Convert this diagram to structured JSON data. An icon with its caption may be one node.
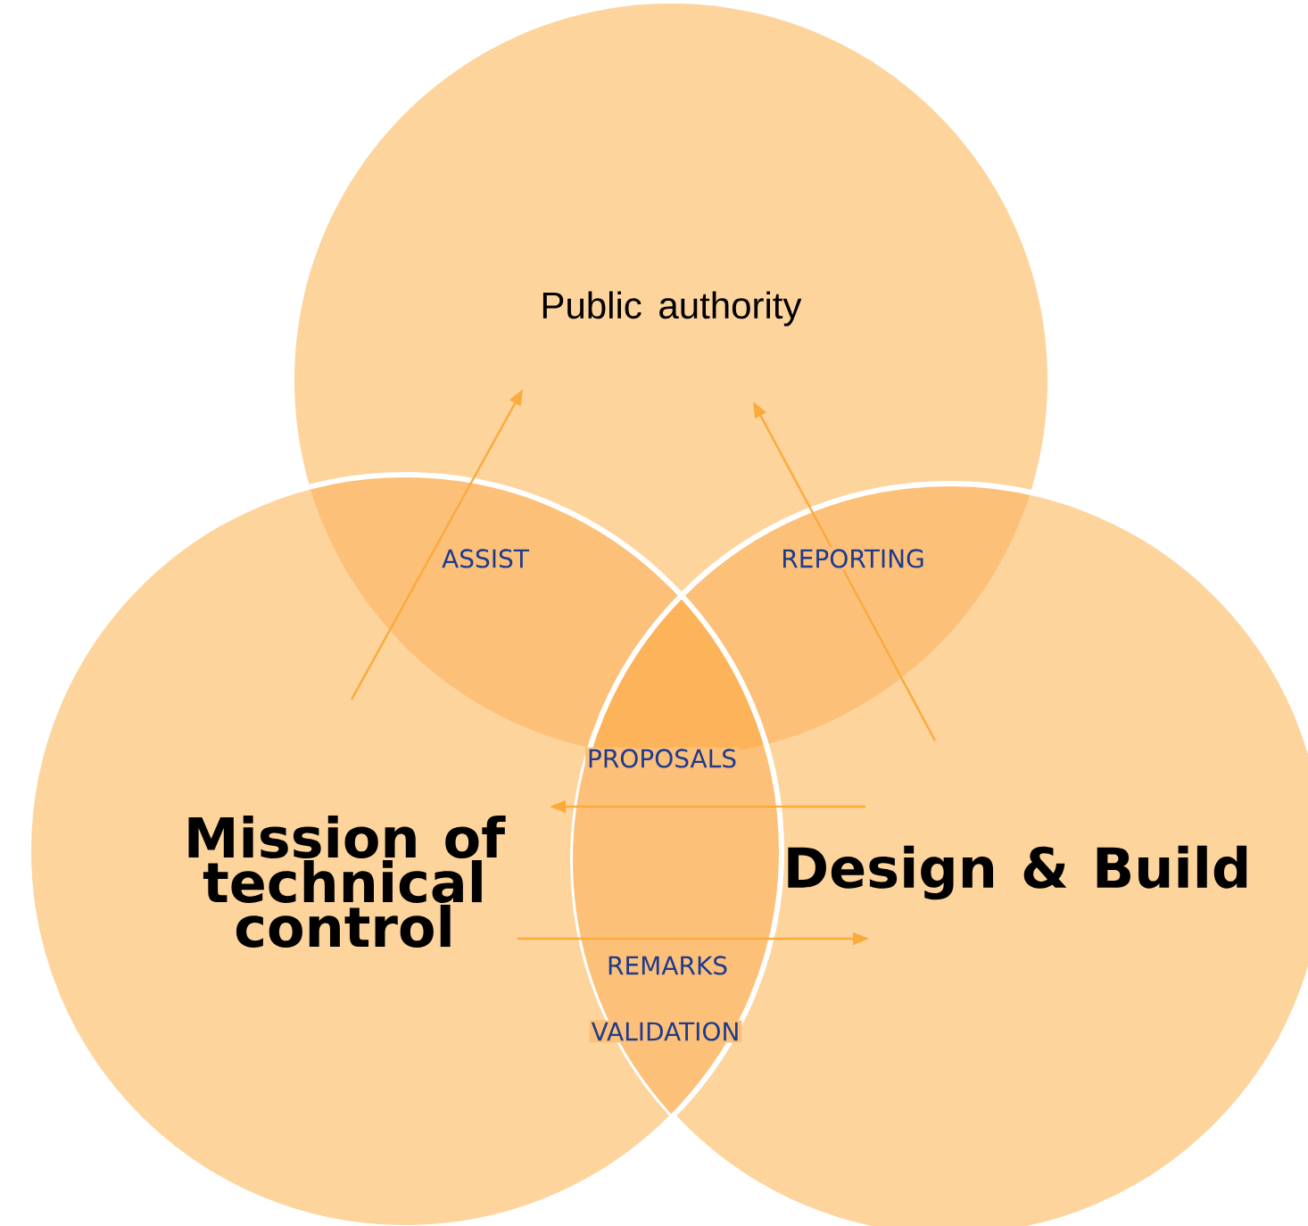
{
  "diagram": {
    "nodes": [
      {
        "text": [
          "Public authority"
        ]
      },
      {
        "text": [
          "Mission of technical control"
        ]
      },
      {
        "text": [
          "Design & Build"
        ]
      }
    ],
    "edges": [
      {
        "from": 1,
        "to": 0,
        "arrow": "to",
        "label": "ASSIST"
      },
      {
        "from": 2,
        "to": 0,
        "arrow": "to",
        "label": "REPORTING"
      },
      {
        "from": 2,
        "to": 1,
        "arrow": "to",
        "label": "PROPOSALS"
      },
      {
        "from": 1,
        "to": 2,
        "arrow": "to",
        "label": "REMARKS"
      }
    ],
    "labels": [
      "VALIDATION"
    ]
  }
}
